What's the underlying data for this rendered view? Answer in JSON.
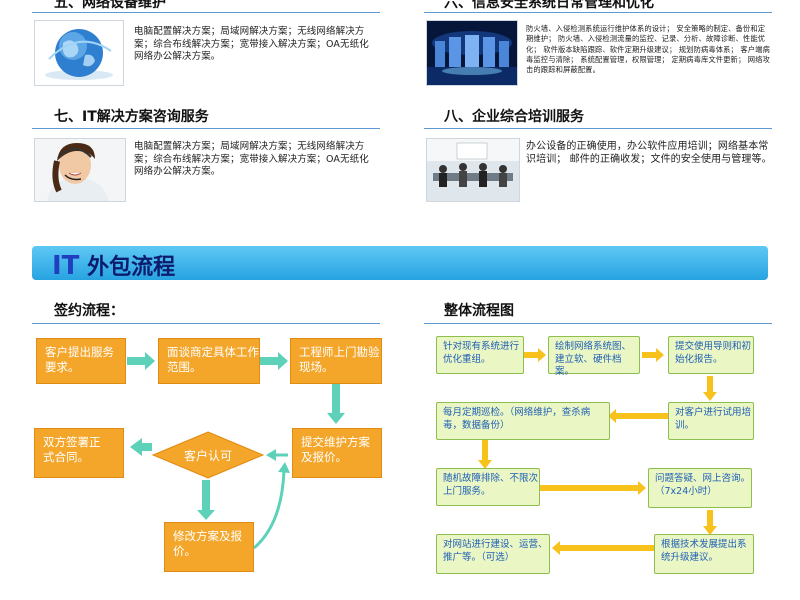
{
  "sections": {
    "s5": {
      "title": "五、网络设备维护",
      "desc": "电脑配置解决方案；局域网解决方案；无线网络解决方案；综合布线解决方案；宽带接入解决方案；OA无纸化网络办公解决方案。"
    },
    "s6": {
      "title": "六、信息安全系统日常管理和优化",
      "desc": "防火墙、入侵检测系统运行维护体系的设计； 安全策略的制定、备份和定期维护； 防火墙、入侵检测流量的监控、记录、分析、故障诊断、性能优化； 软件版本缺陷跟踪、软件定期升级建议； 规划防病毒体系； 客户端病毒监控与清除； 系统配置管理，权限管理； 定期病毒库文件更新； 网络攻击的跟踪和屏蔽配置。"
    },
    "s7": {
      "title": "七、IT解决方案咨询服务",
      "desc": "电脑配置解决方案；局域网解决方案；无线网络解决方案；综合布线解决方案；宽带接入解决方案；OA无纸化网络办公解决方案。"
    },
    "s8": {
      "title": "八、企业综合培训服务",
      "desc": "办公设备的正确使用，办公软件应用培训；网络基本常识培训； 邮件的正确收发；文件的安全使用与管理等。"
    }
  },
  "banner": {
    "it": "IT",
    "rest": "外包流程"
  },
  "sign_flow": {
    "title": "签约流程：",
    "steps": [
      "客户提出服务要求。",
      "面谈商定具体工作范围。",
      "工程师上门勘验现场。",
      "提交维护方案及报价。",
      "客户认可",
      "修改方案及报价。",
      "双方签署正式合同。"
    ]
  },
  "overall_flow": {
    "title": "整体流程图",
    "steps": [
      "针对现有系统进行优化重组。",
      "绘制网络系统图、建立软、硬件档案。",
      "提交使用导则和初始化报告。",
      "对客户进行试用培训。",
      "每月定期巡检。（网络维护，查杀病毒，数据备份）",
      "随机故障排除、不限次上门服务。",
      "问题答疑、网上咨询。（7x24小时）",
      "根据技术发展提出系统升级建议。",
      "对网站进行建设、运营、推广等。（可选）"
    ]
  },
  "colors": {
    "orange": "#f4a62a",
    "green_fill": "#eaf6c4",
    "teal_arrow": "#5ed1b9",
    "yellow_arrow": "#f7c21b",
    "banner": "#27a3e2"
  },
  "icons": [
    "globe-image",
    "server-room-image",
    "headset-woman-image",
    "meeting-room-image"
  ]
}
